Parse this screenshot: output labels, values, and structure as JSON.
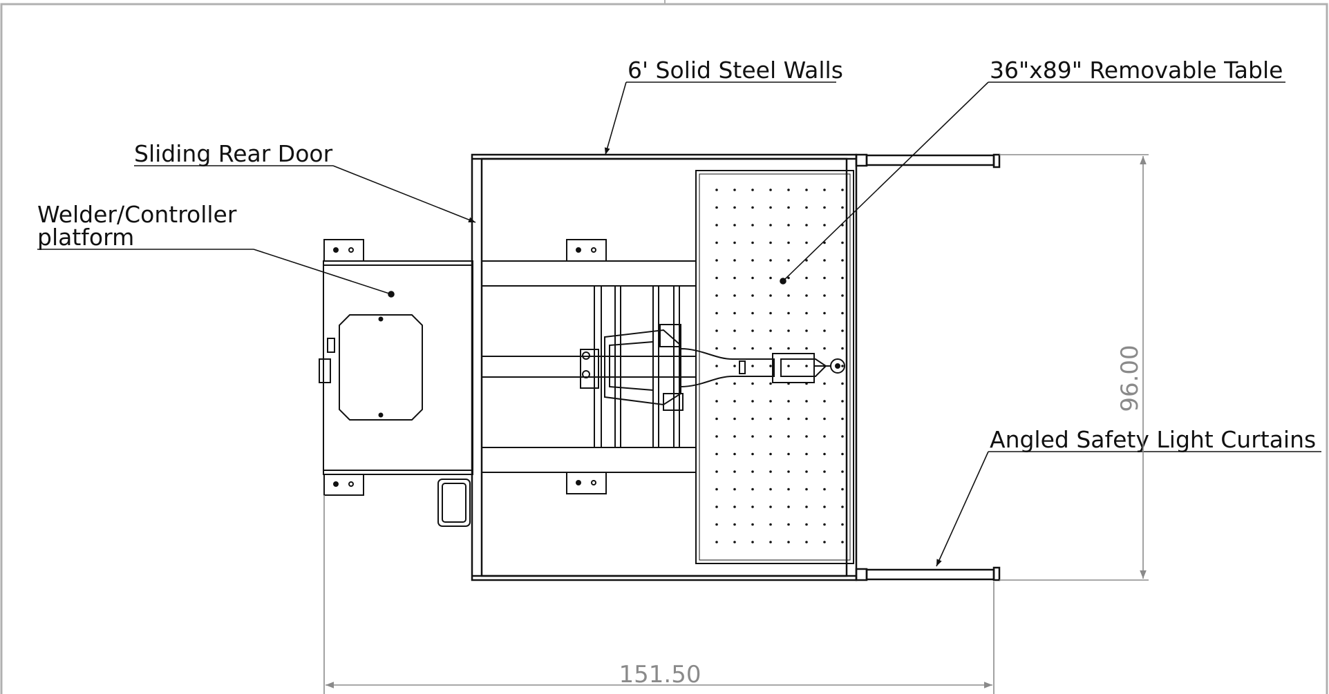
{
  "callouts": {
    "steel_walls": "6' Solid Steel Walls",
    "removable_table": "36\"x89\" Removable Table",
    "rear_door": "Sliding Rear Door",
    "welder_line1": "Welder/Controller",
    "welder_line2": "platform",
    "light_curtains": "Angled Safety Light Curtains"
  },
  "dimensions": {
    "width": "151.50",
    "depth": "96.00"
  },
  "colors": {
    "line": "#111111",
    "dimension": "#8a8a8a",
    "frame": "#b0b0b0"
  }
}
